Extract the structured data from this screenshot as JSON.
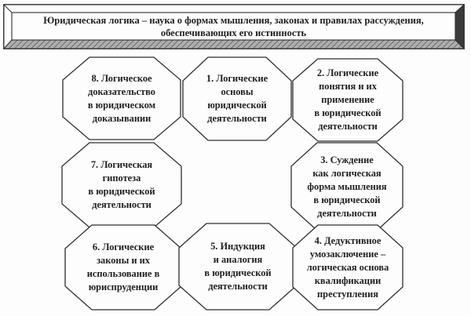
{
  "page": {
    "background": "#fdfdfd",
    "line_color": "#2e2e2e",
    "text_color": "#1f1f1f",
    "bevel_dark_color": "#3a3a3a",
    "bevel_hatch_color": "#aeaeae"
  },
  "title_banner": {
    "lines": [
      "Юридическая логика – наука о формах мышления, законах и правилах рассуждения,",
      "обеспечивающих его истинность"
    ]
  },
  "diagram": {
    "nodes": [
      {
        "id": "8",
        "lines": [
          "8. Логическое",
          "доказательство",
          "в юридическом",
          "доказывании"
        ]
      },
      {
        "id": "1",
        "lines": [
          "1. Логические",
          "основы",
          "юридической",
          "деятельности"
        ]
      },
      {
        "id": "2",
        "lines": [
          "2. Логические",
          "понятия и их",
          "применение",
          "в юридической",
          "деятельности"
        ]
      },
      {
        "id": "7",
        "lines": [
          "7. Логическая",
          "гипотеза",
          "в юридической",
          "деятельности"
        ]
      },
      {
        "id": "3",
        "lines": [
          "3. Суждение",
          "как логическая",
          "форма мышления",
          "в юридической",
          "деятельности"
        ]
      },
      {
        "id": "6",
        "lines": [
          "6. Логические",
          "законы и их",
          "использование в",
          "юриспруденции"
        ]
      },
      {
        "id": "5",
        "lines": [
          "5. Индукция",
          "и аналогия",
          "в юридической",
          "деятельности"
        ]
      },
      {
        "id": "4",
        "lines": [
          "4. Дедуктивное",
          "умозаключение –",
          "логическая основа",
          "квалификации",
          "преступления"
        ]
      }
    ]
  }
}
